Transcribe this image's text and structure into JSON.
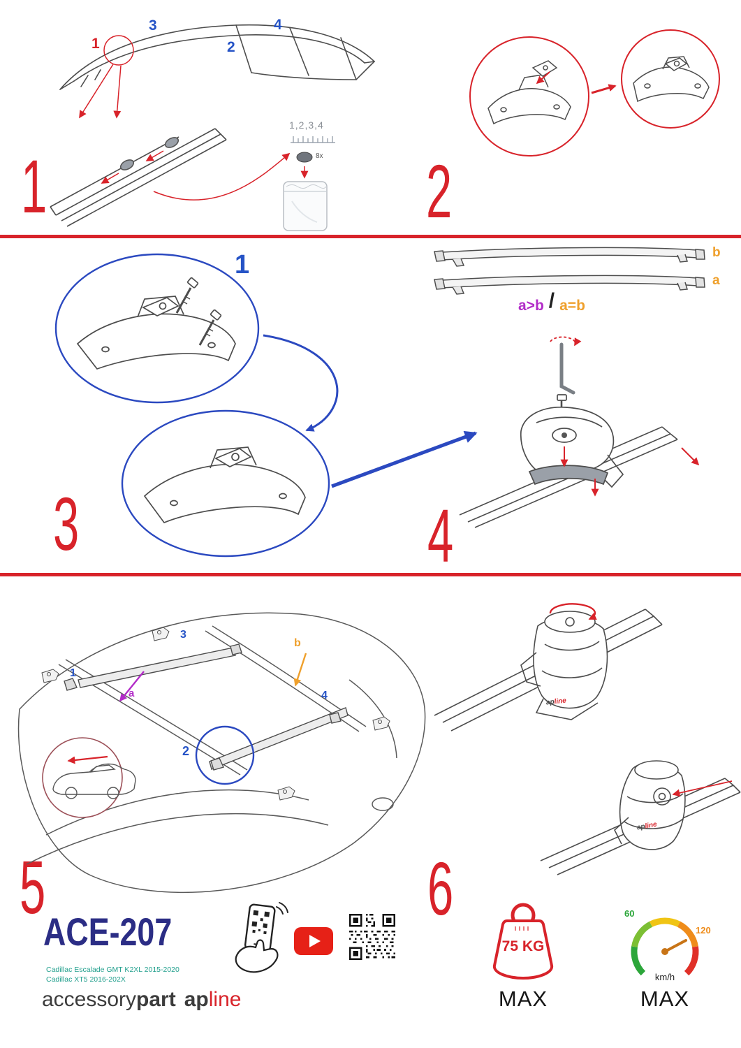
{
  "colors": {
    "accent_red": "#d8232a",
    "label_blue": "#2553c6",
    "circle_blue": "#2b49c0",
    "accent_orange": "#efa02c",
    "accent_purple": "#b22cc8",
    "compat_teal": "#23a08e",
    "model_navy": "#2b2d85",
    "gauge_green": "#2ca63a",
    "youtube_red": "#e62117"
  },
  "steps": {
    "n1": "1",
    "n2": "2",
    "n3": "3",
    "n4": "4",
    "n5": "5",
    "n6": "6"
  },
  "step1": {
    "roof_point_1": "1",
    "roof_point_2": "2",
    "roof_point_3": "3",
    "roof_point_4": "4",
    "parts_label": "1,2,3,4",
    "parts_qty": "8x"
  },
  "step3": {
    "detail_callout": "1"
  },
  "step4": {
    "bar_label_b": "b",
    "bar_label_a": "a",
    "compare_left": "a>b",
    "compare_divider": "/",
    "compare_right": "a=b"
  },
  "step5": {
    "point_1": "1",
    "point_2": "2",
    "point_3": "3",
    "point_4": "4",
    "dim_a": "a",
    "dim_b": "b"
  },
  "brand": {
    "accessory": "accessory",
    "part": "part",
    "ap": "ap",
    "line": "line"
  },
  "product": {
    "model": "ACE-207",
    "compat_line1": "Cadillac Escalade GMT K2XL 2015-2020",
    "compat_line2": "Cadillac XT5 2016-202X"
  },
  "limits": {
    "weight": "75 KG",
    "weight_max_label": "MAX",
    "speed_low": "60",
    "speed_high": "120",
    "speed_unit": "km/h",
    "speed_max_label": "MAX"
  }
}
